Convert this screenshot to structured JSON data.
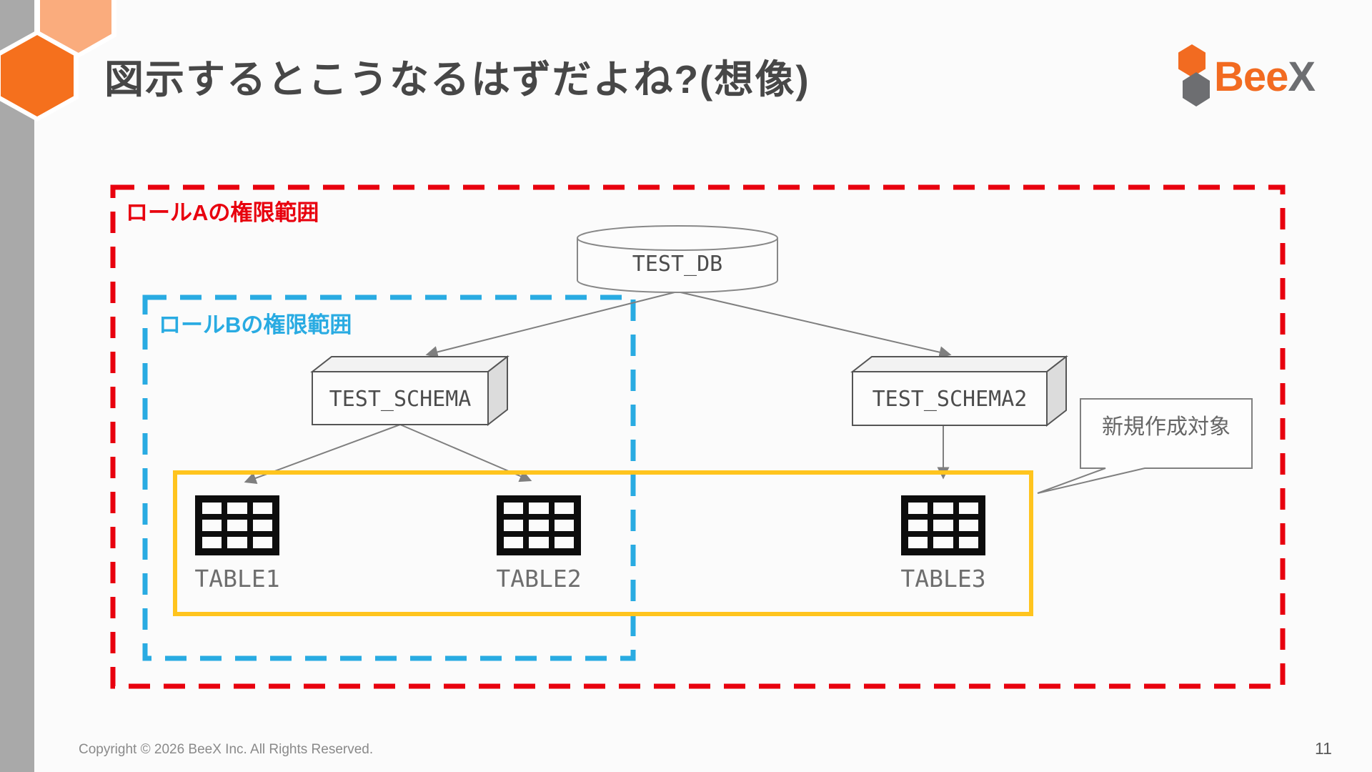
{
  "slide": {
    "title": "図示するとこうなるはずだよね?(想像)",
    "footer": "Copyright © 2026 BeeX Inc. All Rights Reserved.",
    "page_number": "11"
  },
  "logo": {
    "text_orange": "Bee",
    "text_gray": "X",
    "orange_hex": "#F26B21",
    "gray_hex": "#6D6E71"
  },
  "decoration": {
    "band_color": "#A9A9A9",
    "hexagon_strong": "#F5701D",
    "hexagon_light": "#FAAC7D"
  },
  "diagram": {
    "role_a_label": "ロールAの権限範囲",
    "role_b_label": "ロールBの権限範囲",
    "callout_label": "新規作成対象",
    "nodes": {
      "db": "TEST_DB",
      "schema1": "TEST_SCHEMA",
      "schema2": "TEST_SCHEMA2",
      "table1": "TABLE1",
      "table2": "TABLE2",
      "table3": "TABLE3"
    },
    "colors": {
      "role_a_red": "#E8000E",
      "role_b_blue": "#29ABE2",
      "highlight_yellow": "#FFC41E",
      "connector_gray": "#7f7f7f"
    }
  }
}
